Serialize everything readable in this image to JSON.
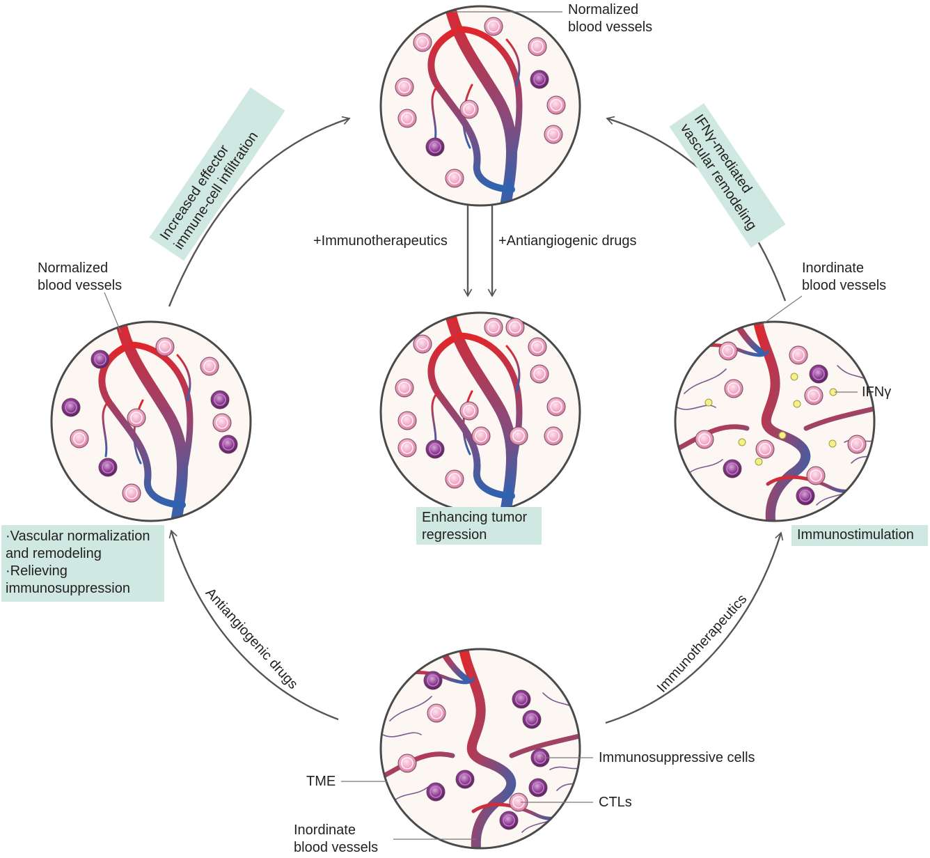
{
  "colors": {
    "circle_fill": "#fcf7f2",
    "circle_stroke": "#4a4a4a",
    "vessel_arterial": "#e0262b",
    "vessel_venous": "#2f63b0",
    "cytotoxic_cell": "#f2a9c6",
    "suppressive_cell": "#8b3a8f",
    "ifn_dot": "#f5f08a",
    "label_box": "#cfe8e2",
    "arrow": "#555555"
  },
  "icons": {
    "cytotoxic_cell": "pink-cell-icon",
    "suppressive_cell": "purple-cell-icon",
    "ifn_dot": "yellow-dot-icon"
  },
  "labels": {
    "top_callout": "Normalized\nblood vessels",
    "left_callout": "Normalized\nblood vessels",
    "right_callout": "Inordinate\nblood vessels",
    "ifn_callout": "IFNγ",
    "center_arrow_left": "+Immunotherapeutics",
    "center_arrow_right": "+Antiangiogenic drugs",
    "center_box": "Enhancing tumor\nregression",
    "left_box": "·Vascular normalization\nand remodeling\n·Relieving\nimmunosuppression",
    "right_box": "Immunostimulation",
    "top_left_box": "Increased effector\nimmune-cell infiltration",
    "top_right_box": "IFNγ-mediated\nvascular remodeling",
    "bottom_left_arc": "Antiangiogenic drugs",
    "bottom_right_arc": "Immunotherapeutics",
    "tme": "TME",
    "bottom_callout": "Inordinate\nblood vessels",
    "immunosuppressive": "Immunosuppressive cells",
    "ctls": "CTLs"
  }
}
